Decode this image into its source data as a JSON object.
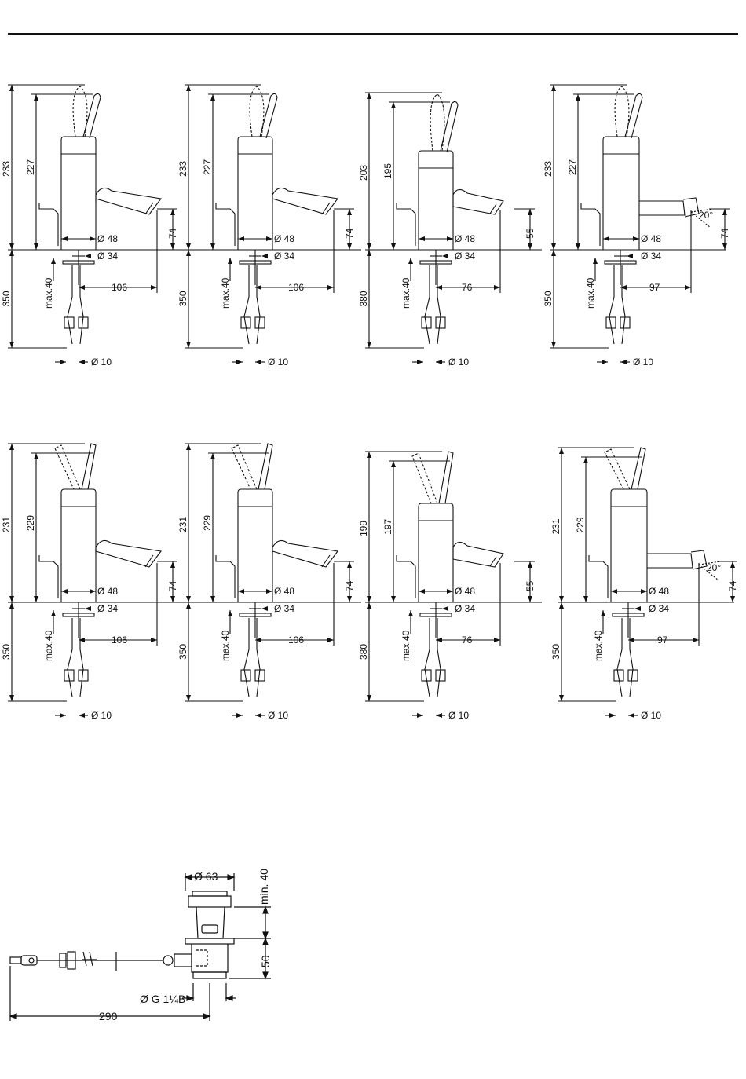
{
  "drawings": [
    {
      "h_total": "233",
      "h_spout": "227",
      "d_body": "Ø 48",
      "d_hole": "Ø 34",
      "spout_h": "74",
      "reach": "106",
      "below": "350",
      "max": "max.40",
      "d_pipe": "Ø 10",
      "angle": ""
    },
    {
      "h_total": "233",
      "h_spout": "227",
      "d_body": "Ø 48",
      "d_hole": "Ø 34",
      "spout_h": "74",
      "reach": "106",
      "below": "350",
      "max": "max.40",
      "d_pipe": "Ø 10",
      "angle": ""
    },
    {
      "h_total": "203",
      "h_spout": "195",
      "d_body": "Ø 48",
      "d_hole": "Ø 34",
      "spout_h": "55",
      "reach": "76",
      "below": "380",
      "max": "max.40",
      "d_pipe": "Ø 10",
      "angle": ""
    },
    {
      "h_total": "233",
      "h_spout": "227",
      "d_body": "Ø 48",
      "d_hole": "Ø 34",
      "spout_h": "74",
      "reach": "97",
      "below": "350",
      "max": "max.40",
      "d_pipe": "Ø 10",
      "angle": "20°"
    },
    {
      "h_total": "231",
      "h_spout": "229",
      "d_body": "Ø 48",
      "d_hole": "Ø 34",
      "spout_h": "74",
      "reach": "106",
      "below": "350",
      "max": "max.40",
      "d_pipe": "Ø 10",
      "angle": ""
    },
    {
      "h_total": "231",
      "h_spout": "229",
      "d_body": "Ø 48",
      "d_hole": "Ø 34",
      "spout_h": "74",
      "reach": "106",
      "below": "350",
      "max": "max.40",
      "d_pipe": "Ø 10",
      "angle": ""
    },
    {
      "h_total": "199",
      "h_spout": "197",
      "d_body": "Ø 48",
      "d_hole": "Ø 34",
      "spout_h": "55",
      "reach": "76",
      "below": "380",
      "max": "max.40",
      "d_pipe": "Ø 10",
      "angle": ""
    },
    {
      "h_total": "231",
      "h_spout": "229",
      "d_body": "Ø 48",
      "d_hole": "Ø 34",
      "spout_h": "74",
      "reach": "97",
      "below": "350",
      "max": "max.40",
      "d_pipe": "Ø 10",
      "angle": "20°"
    }
  ],
  "waste": {
    "d_top": "Ø 63",
    "min": "min. 40",
    "h": "50",
    "thread": "Ø G 1¼B",
    "length": "290"
  }
}
